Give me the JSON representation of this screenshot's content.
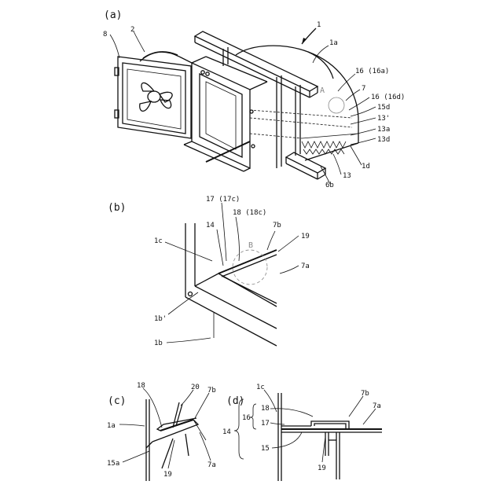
{
  "panels": [
    "(a)",
    "(b)",
    "(c)",
    "(d)"
  ],
  "labels_a": {
    "l1": "1",
    "l1a": "1a",
    "l8": "8",
    "l2": "2",
    "l16_16a": "16 (16a)",
    "lA": "A",
    "l7": "7",
    "l16_16d": "16 (16d)",
    "l15d": "15d",
    "l13p": "13'",
    "l13a": "13a",
    "l13d": "13d",
    "l1d": "1d",
    "l13": "13",
    "l6b": "6b"
  },
  "labels_b": {
    "l17": "17 (17c)",
    "l18": "18 (18c)",
    "l14": "14",
    "l7b": "7b",
    "l1c": "1c",
    "lB": "B",
    "l19": "19",
    "l7a": "7a",
    "l1bp": "1b'",
    "l1b": "1b"
  },
  "labels_c": {
    "l18": "18",
    "l20": "20",
    "l7b": "7b",
    "l1a": "1a",
    "l15a": "15a",
    "l19": "19",
    "l7a": "7a"
  },
  "labels_d": {
    "l1c": "1c",
    "l7b": "7b",
    "l18": "18",
    "l7a": "7a",
    "l16": "16",
    "l17": "17",
    "l14": "14",
    "l15": "15",
    "l19": "19"
  }
}
